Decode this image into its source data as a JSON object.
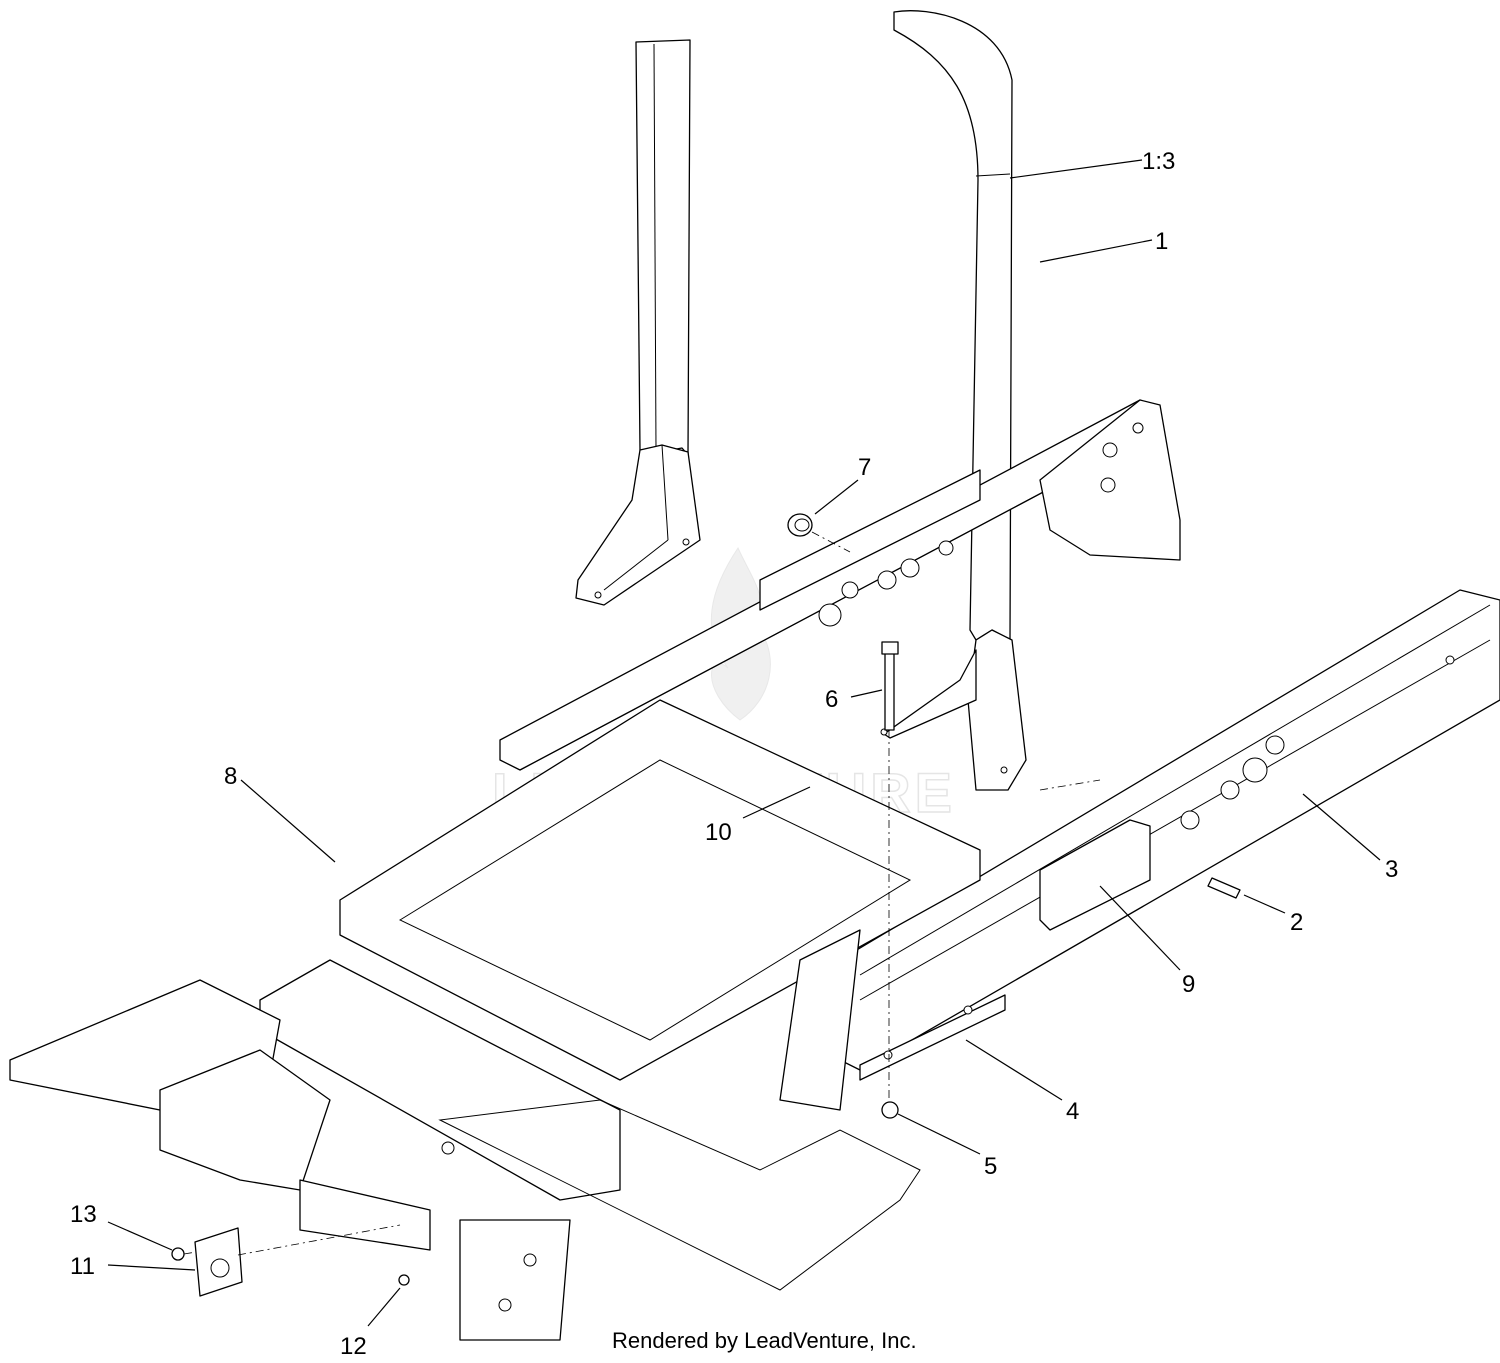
{
  "diagram": {
    "callouts": [
      "1:3",
      "1",
      "7",
      "6",
      "8",
      "10",
      "3",
      "2",
      "9",
      "4",
      "5",
      "13",
      "11",
      "12"
    ],
    "credit": "Rendered by LeadVenture, Inc.",
    "watermark": "LEADVENTURE"
  }
}
